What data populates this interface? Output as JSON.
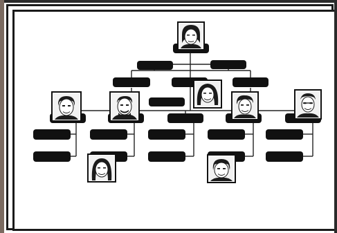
{
  "diagram": {
    "type": "family-tree",
    "label_boxes_text": "",
    "portraits": [
      {
        "id": "root",
        "icon": "portrait-older-woman"
      },
      {
        "id": "child-left",
        "icon": "portrait-woman"
      },
      {
        "id": "child-midleft",
        "icon": "portrait-man"
      },
      {
        "id": "child-center",
        "icon": "portrait-young-woman"
      },
      {
        "id": "child-midright",
        "icon": "portrait-boy"
      },
      {
        "id": "child-right",
        "icon": "portrait-older-man"
      },
      {
        "id": "grandchild-left",
        "icon": "portrait-girl"
      },
      {
        "id": "grandchild-right",
        "icon": "portrait-child"
      }
    ]
  },
  "colors": {
    "box": "#111111",
    "line": "#222222",
    "background": "#ffffff",
    "frame": "#1a1a1a"
  }
}
